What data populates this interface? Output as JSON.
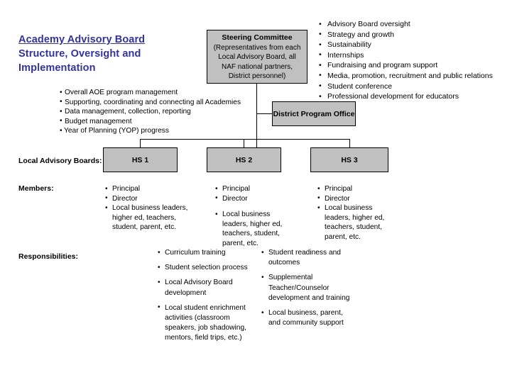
{
  "title": {
    "line1": "Academy Advisory Board",
    "line2": "Structure, Oversight and",
    "line3": "Implementation"
  },
  "nodes": {
    "steering_committee": {
      "title": "Steering Committee",
      "subtitle": "(Representatives from each Local Advisory Board, all NAF national partners, District personnel)"
    },
    "district_program_office": {
      "title": "District Program Office"
    },
    "high_schools": [
      {
        "label": "HS 1"
      },
      {
        "label": "HS 2"
      },
      {
        "label": "HS 3"
      }
    ]
  },
  "oversight_list": [
    "Advisory Board oversight",
    "Strategy and growth",
    "Sustainability",
    "Internships",
    "Fundraising and program support",
    "Media, promotion, recruitment and public relations",
    "Student conference",
    "Professional development for educators"
  ],
  "steering_duties_list": [
    "Overall AOE program management",
    "Supporting, coordinating and connecting all Academies",
    "Data management, collection, reporting",
    "Budget management",
    "Year of Planning (YOP) progress"
  ],
  "row_labels": {
    "local_advisory_boards": "Local Advisory Boards:",
    "members": "Members:",
    "responsibilities": "Responsibilities:"
  },
  "members": {
    "hs1": [
      "Principal",
      "Director",
      "Local business leaders, higher ed, teachers, student, parent, etc."
    ],
    "hs2": [
      "Principal",
      "Director",
      "Local business leaders, higher ed, teachers, student, parent, etc."
    ],
    "hs3": [
      "Principal",
      "Director",
      "Local business leaders, higher ed, teachers, student, parent, etc."
    ]
  },
  "responsibilities": {
    "hs2": [
      "Curriculum training",
      "Student selection process",
      "Local Advisory Board development",
      "Local student enrichment activities (classroom speakers, job shadowing, mentors, field trips, etc.)"
    ],
    "hs3": [
      "Student readiness and outcomes",
      "Supplemental Teacher/Counselor development and training",
      "Local business, parent, and community support"
    ]
  },
  "colors": {
    "title_text": "#333399",
    "box_fill": "#c0c0c0",
    "box_border": "#000000",
    "body_text": "#000000"
  }
}
